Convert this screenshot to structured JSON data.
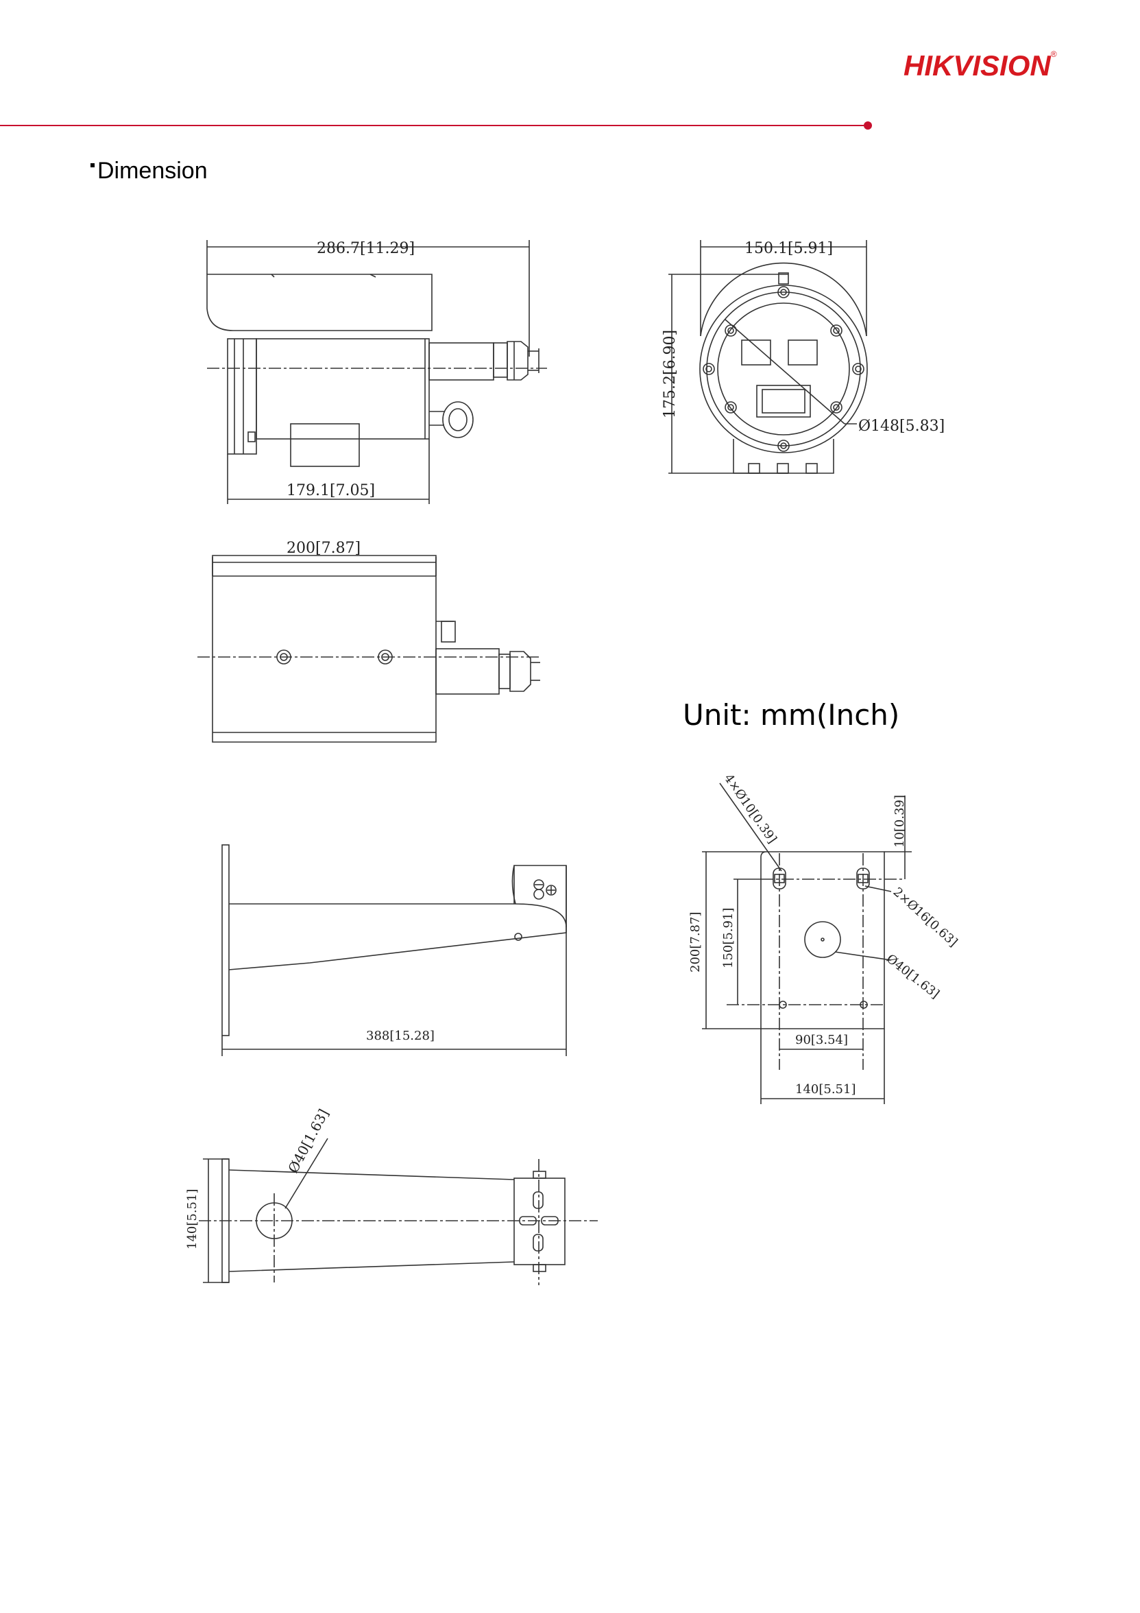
{
  "header": {
    "brand": "HIKVISION",
    "section_title": "Dimension"
  },
  "unit_note": "Unit: mm(Inch)",
  "views": {
    "side_view": {
      "overall_length": "286.7[11.29]",
      "housing_length": "179.1[7.05]"
    },
    "front_view": {
      "width": "150.1[5.91]",
      "height": "175.2[6.90]",
      "diameter": "Ø148[5.83]"
    },
    "top_view": {
      "length": "200[7.87]"
    },
    "bracket_side_view": {
      "length": "388[15.28]"
    },
    "bracket_top_view": {
      "hole_diameter": "Ø40[1.63]",
      "base_height": "140[5.51]"
    },
    "mounting_plate": {
      "holes_4x": "4×Ø10[0.39]",
      "edge_offset": "10[0.39]",
      "holes_2x": "2×Ø16[0.63]",
      "center_hole": "Ø40[1.63]",
      "plate_height": "200[7.87]",
      "hole_spacing_v": "150[5.91]",
      "hole_spacing_h": "90[3.54]",
      "plate_width": "140[5.51]"
    }
  }
}
